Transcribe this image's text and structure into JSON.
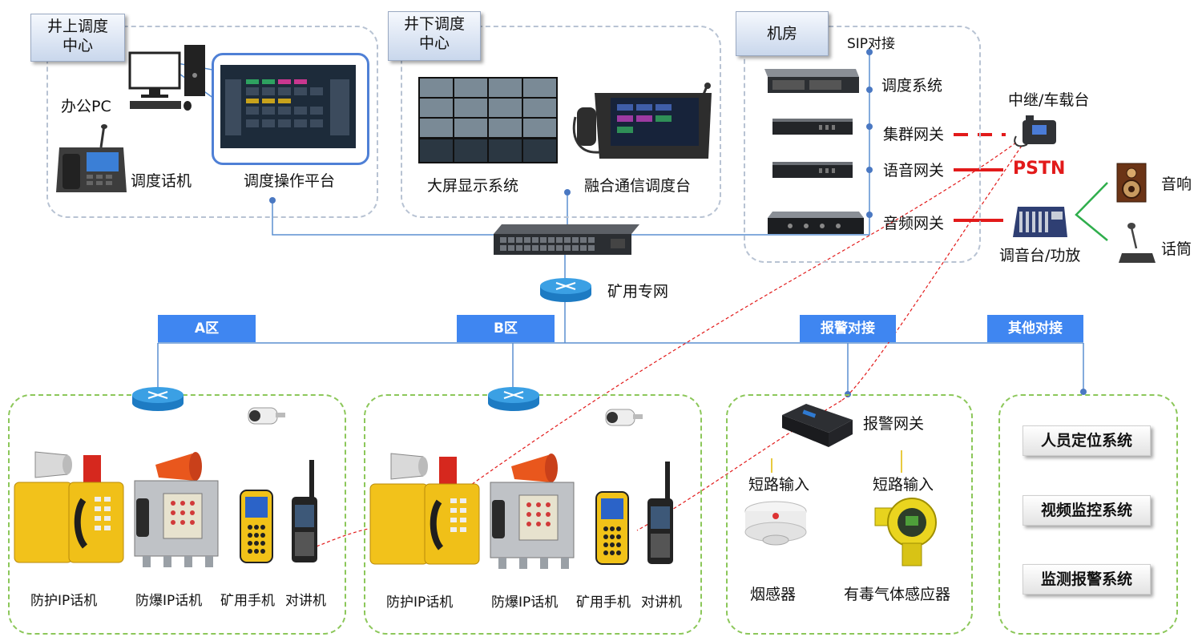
{
  "panels": {
    "surface_center": "井上调度中心",
    "underground_center": "井下调度中心",
    "machine_room": "机房"
  },
  "surface": {
    "office_pc": "办公PC",
    "dispatch_phone": "调度话机",
    "dispatch_platform": "调度操作平台"
  },
  "underground": {
    "big_screen": "大屏显示系统",
    "console": "融合通信调度台"
  },
  "machine_room": {
    "sip": "SIP对接",
    "dispatch_system": "调度系统",
    "cluster_gateway": "集群网关",
    "voice_gateway": "语音网关",
    "audio_gateway": "音频网关"
  },
  "right": {
    "relay": "中继/车载台",
    "pstn": "PSTN",
    "mixer": "调音台/功放",
    "speaker": "音响",
    "mic": "话筒"
  },
  "network": {
    "mine_network": "矿用专网"
  },
  "zones": {
    "a": "A区",
    "b": "B区",
    "alarm": "报警对接",
    "other": "其他对接"
  },
  "devices": {
    "protect_phone": "防护IP话机",
    "explosion_phone": "防爆IP话机",
    "handset": "矿用手机",
    "walkie": "对讲机"
  },
  "alarm": {
    "gateway": "报警网关",
    "short_circuit_1": "短路输入",
    "short_circuit_2": "短路输入",
    "smoke": "烟感器",
    "gas": "有毒气体感应器"
  },
  "other_systems": [
    "人员定位系统",
    "视频监控系统",
    "监测报警系统"
  ]
}
